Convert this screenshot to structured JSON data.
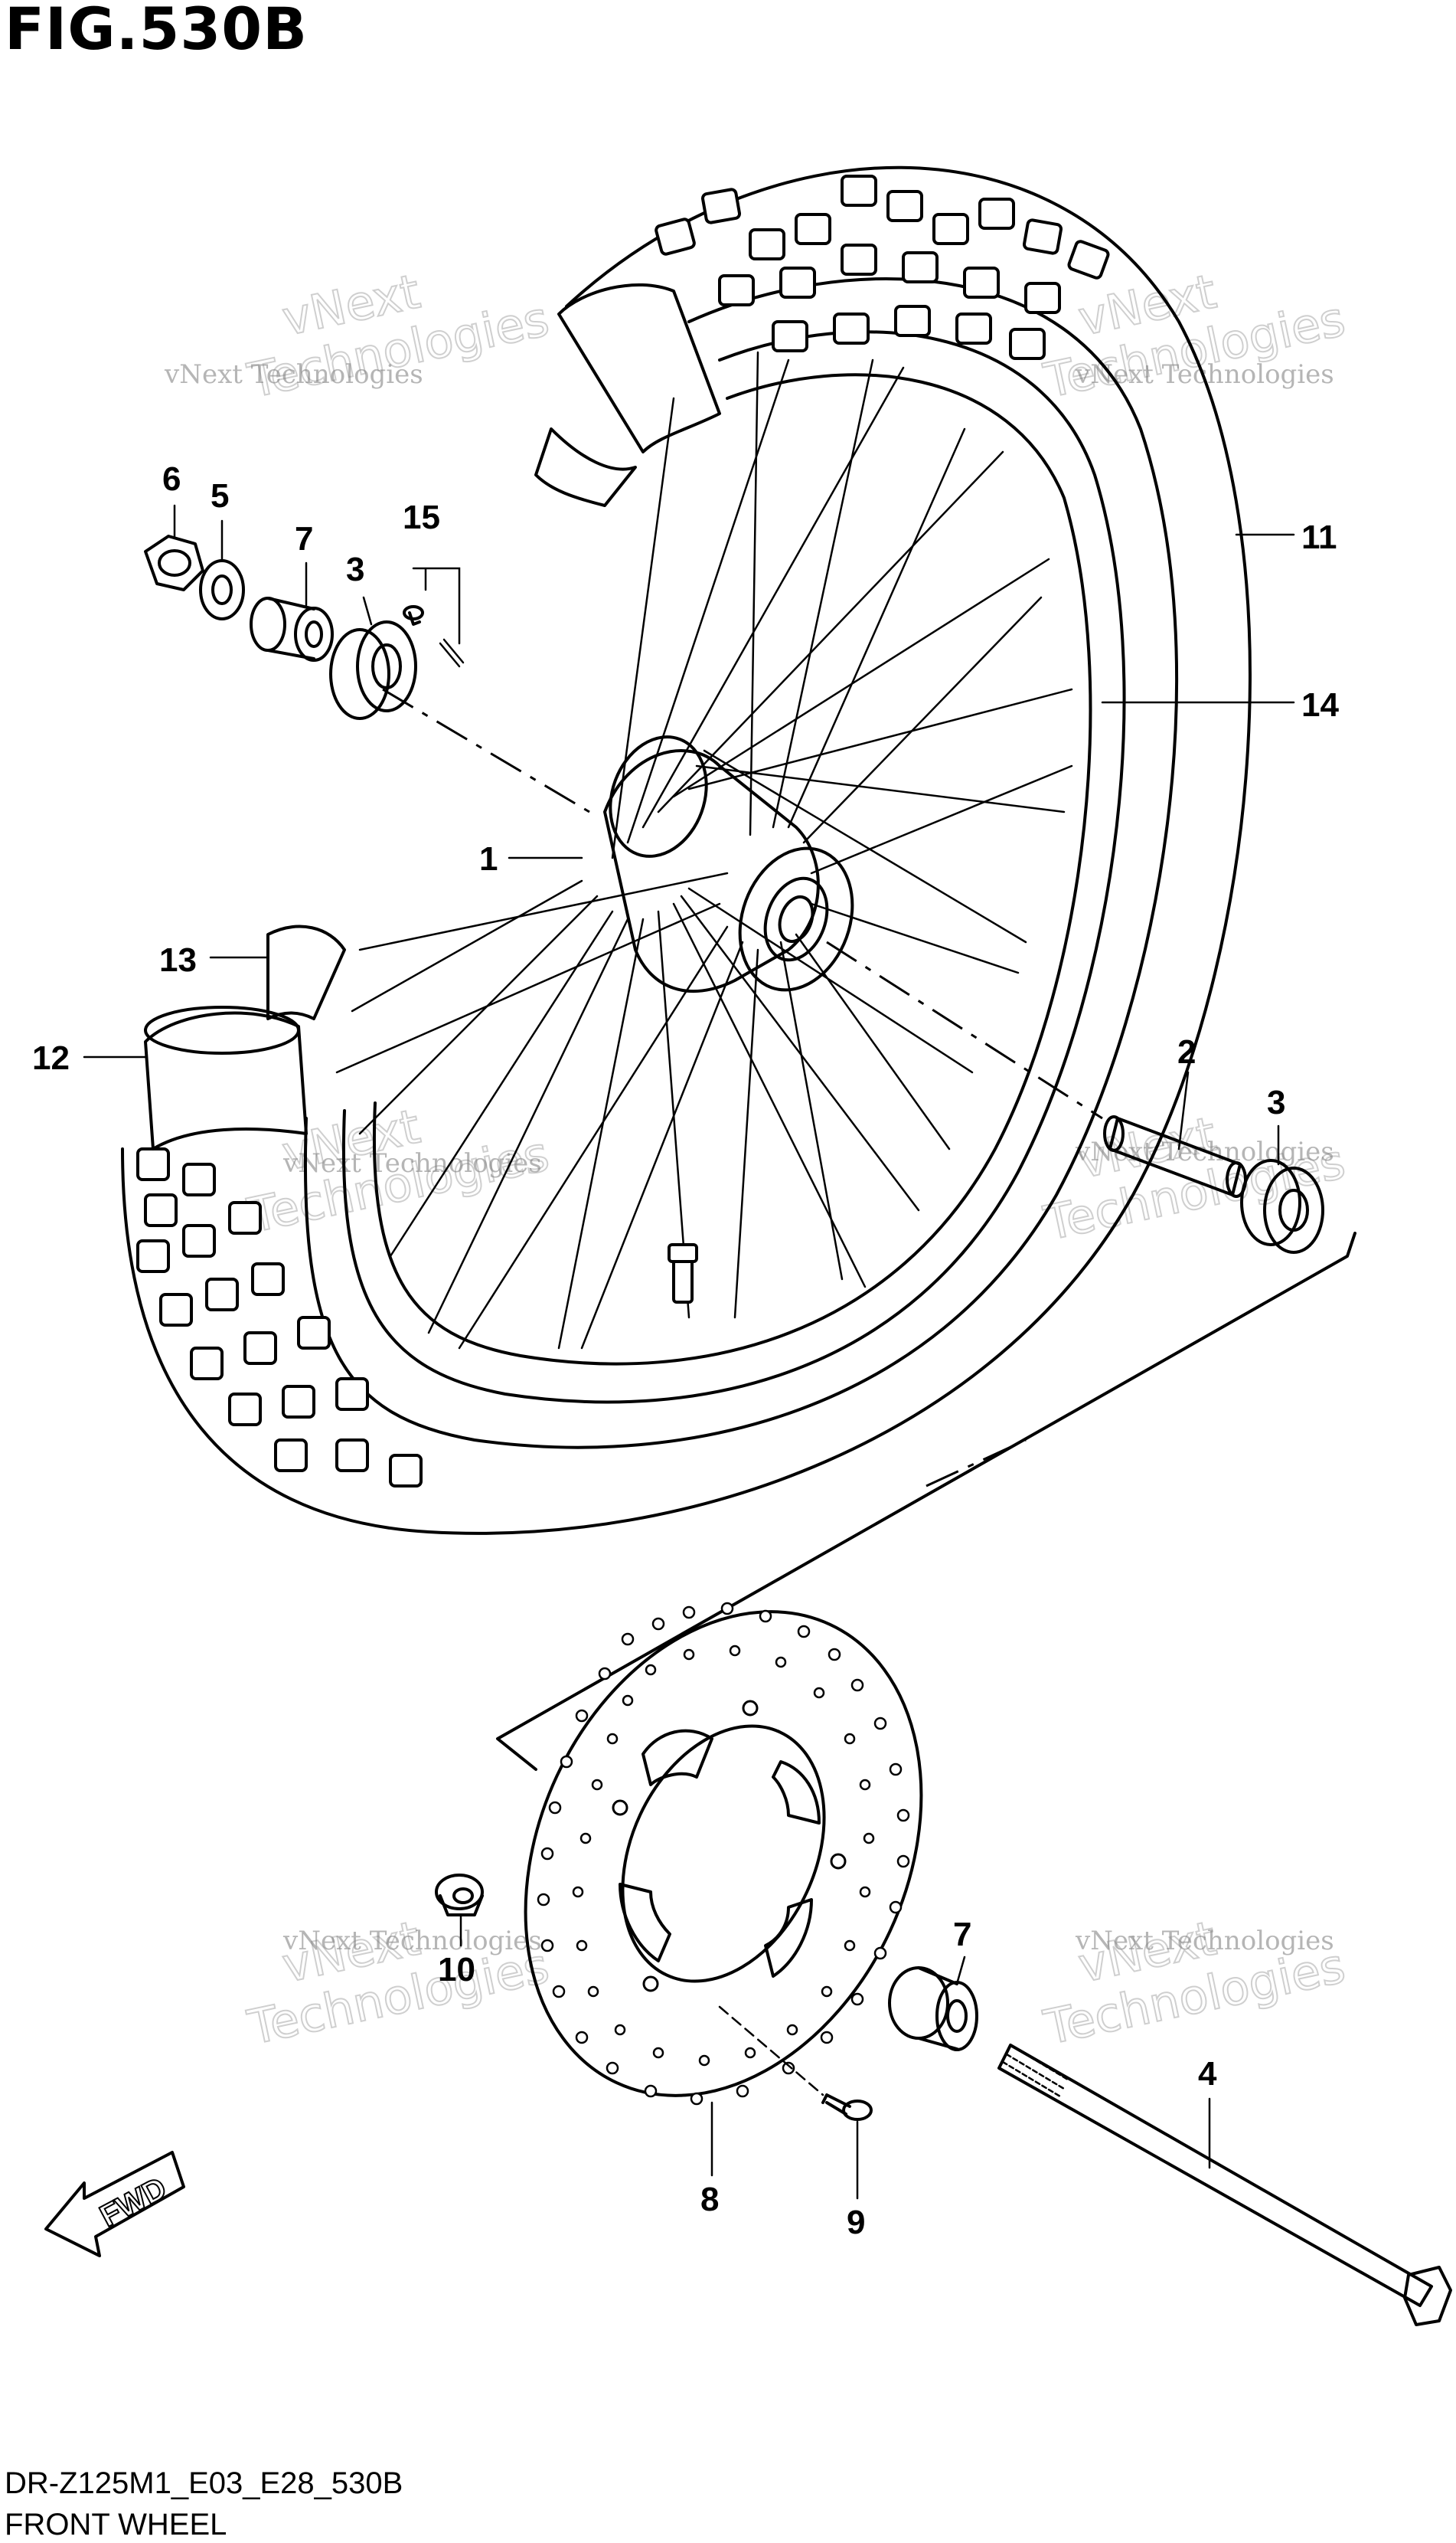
{
  "figure": {
    "title": "FIG.530B",
    "model_code": "DR-Z125M1_E03_E28_530B",
    "name": "FRONT WHEEL",
    "direction_label": "FWD"
  },
  "watermark": {
    "small": "vNext Technologies",
    "big_top": "vNext",
    "big_bottom": "Technologies"
  },
  "callouts": [
    {
      "id": "p6",
      "label": "6"
    },
    {
      "id": "p5",
      "label": "5"
    },
    {
      "id": "p7a",
      "label": "7"
    },
    {
      "id": "p3a",
      "label": "3"
    },
    {
      "id": "p15",
      "label": "15"
    },
    {
      "id": "p11",
      "label": "11"
    },
    {
      "id": "p14",
      "label": "14"
    },
    {
      "id": "p1",
      "label": "1"
    },
    {
      "id": "p13",
      "label": "13"
    },
    {
      "id": "p12",
      "label": "12"
    },
    {
      "id": "p2",
      "label": "2"
    },
    {
      "id": "p3b",
      "label": "3"
    },
    {
      "id": "p7b",
      "label": "7"
    },
    {
      "id": "p10",
      "label": "10"
    },
    {
      "id": "p4",
      "label": "4"
    },
    {
      "id": "p8",
      "label": "8"
    },
    {
      "id": "p9",
      "label": "9"
    }
  ]
}
